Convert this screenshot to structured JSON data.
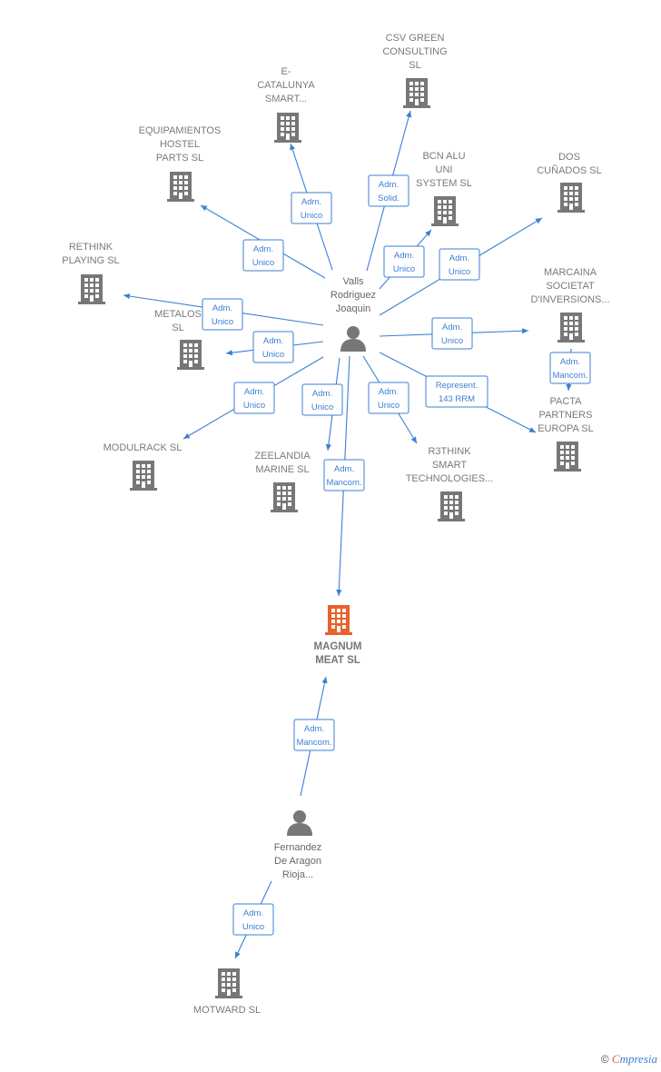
{
  "colors": {
    "edge": "#3b7fd4",
    "company": "#777777",
    "main_company": "#e8622a",
    "person": "#777777"
  },
  "nodes": [
    {
      "id": "valls",
      "type": "person",
      "lines": [
        "Valls",
        "Rodriguez",
        "Joaquin"
      ]
    },
    {
      "id": "fernandez",
      "type": "person",
      "lines": [
        "Fernandez",
        "De Aragon",
        "Rioja..."
      ]
    },
    {
      "id": "magnum",
      "type": "main",
      "lines": [
        "MAGNUM",
        "MEAT  SL"
      ]
    },
    {
      "id": "csv",
      "type": "company",
      "lines": [
        "CSV GREEN",
        "CONSULTING",
        "SL"
      ]
    },
    {
      "id": "ecat",
      "type": "company",
      "lines": [
        "E-",
        "CATALUNYA",
        "SMART..."
      ]
    },
    {
      "id": "equip",
      "type": "company",
      "lines": [
        "EQUIPAMIENTOS",
        "HOSTEL",
        "PARTS  SL"
      ]
    },
    {
      "id": "bcn",
      "type": "company",
      "lines": [
        "BCN ALU",
        "UNI",
        "SYSTEM  SL"
      ]
    },
    {
      "id": "dos",
      "type": "company",
      "lines": [
        "DOS",
        "CUÑADOS  SL"
      ]
    },
    {
      "id": "rethink",
      "type": "company",
      "lines": [
        "RETHINK",
        "PLAYING  SL"
      ]
    },
    {
      "id": "marcaina",
      "type": "company",
      "lines": [
        "MARCAINA",
        "SOCIETAT",
        "D'INVERSIONS..."
      ]
    },
    {
      "id": "metalos",
      "type": "company",
      "lines": [
        "METALOS",
        "SL"
      ]
    },
    {
      "id": "pacta",
      "type": "company",
      "lines": [
        "PACTA",
        "PARTNERS",
        "EUROPA  SL"
      ]
    },
    {
      "id": "modulrack",
      "type": "company",
      "lines": [
        "MODULRACK SL"
      ]
    },
    {
      "id": "zeelandia",
      "type": "company",
      "lines": [
        "ZEELANDIA",
        "MARINE  SL"
      ]
    },
    {
      "id": "r3think",
      "type": "company",
      "lines": [
        "R3THINK",
        "SMART",
        "TECHNOLOGIES..."
      ]
    },
    {
      "id": "motward",
      "type": "company",
      "lines": [
        "MOTWARD  SL"
      ]
    }
  ],
  "edges": [
    {
      "from": "valls",
      "to": "csv",
      "role": [
        "Adm.",
        "Solid."
      ]
    },
    {
      "from": "valls",
      "to": "ecat",
      "role": [
        "Adm.",
        "Unico"
      ]
    },
    {
      "from": "valls",
      "to": "equip",
      "role": [
        "Adm.",
        "Unico"
      ]
    },
    {
      "from": "valls",
      "to": "bcn",
      "role": [
        "Adm.",
        "Unico"
      ]
    },
    {
      "from": "valls",
      "to": "dos",
      "role": [
        "Adm.",
        "Unico"
      ]
    },
    {
      "from": "valls",
      "to": "rethink",
      "role": [
        "Adm.",
        "Unico"
      ]
    },
    {
      "from": "valls",
      "to": "marcaina",
      "role": [
        "Adm.",
        "Unico"
      ]
    },
    {
      "from": "valls",
      "to": "metalos",
      "role": [
        "Adm.",
        "Unico"
      ]
    },
    {
      "from": "marcaina",
      "to": "pacta",
      "role": [
        "Adm.",
        "Mancom."
      ]
    },
    {
      "from": "valls",
      "to": "pacta",
      "role": [
        "Represent.",
        "143 RRM"
      ]
    },
    {
      "from": "valls",
      "to": "modulrack",
      "role": [
        "Adm.",
        "Unico"
      ]
    },
    {
      "from": "valls",
      "to": "zeelandia",
      "role": [
        "Adm.",
        "Unico"
      ]
    },
    {
      "from": "valls",
      "to": "r3think",
      "role": [
        "Adm.",
        "Unico"
      ]
    },
    {
      "from": "valls",
      "to": "magnum",
      "role": [
        "Adm.",
        "Mancom."
      ]
    },
    {
      "from": "fernandez",
      "to": "magnum",
      "role": [
        "Adm.",
        "Mancom."
      ]
    },
    {
      "from": "fernandez",
      "to": "motward",
      "role": [
        "Adm.",
        "Unico"
      ]
    }
  ],
  "footer": {
    "copyright": "©",
    "brand_first": "C",
    "brand_rest": "mpresia"
  }
}
